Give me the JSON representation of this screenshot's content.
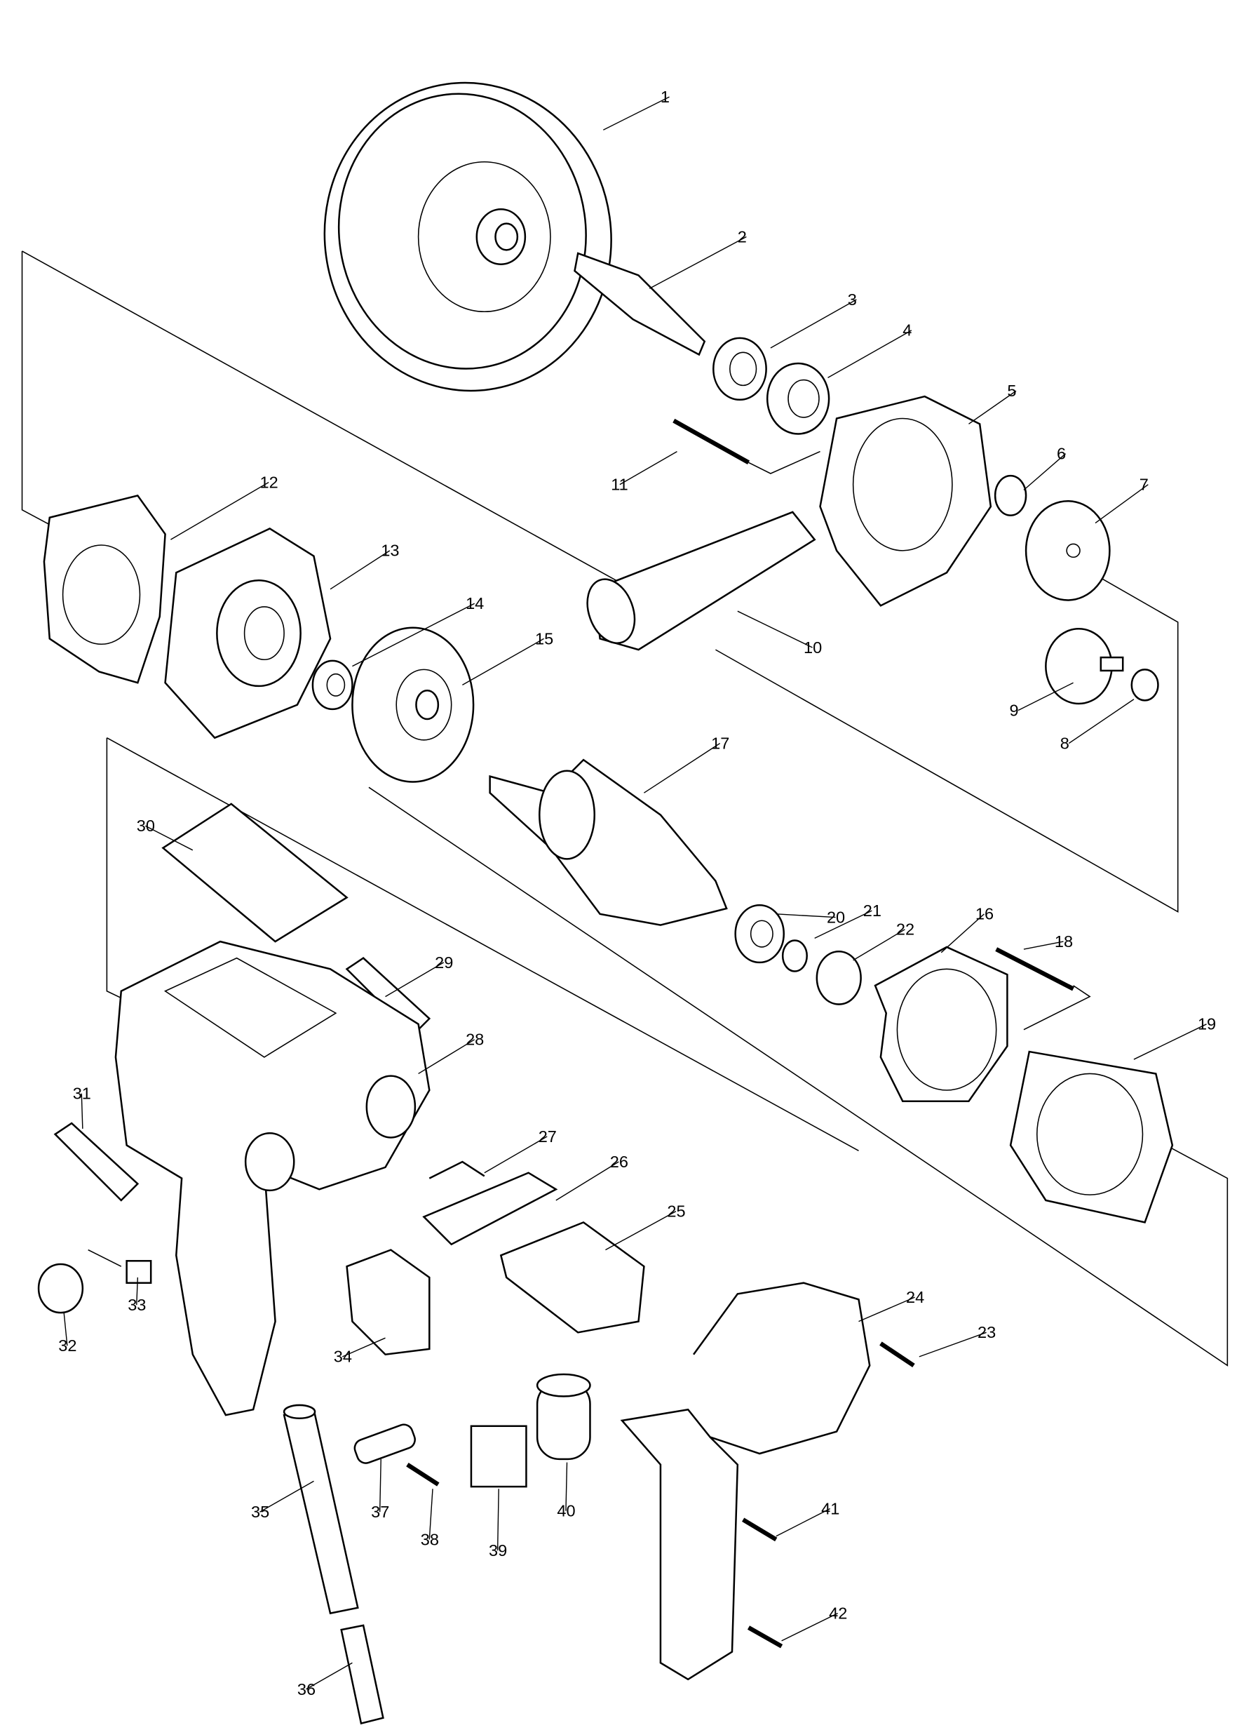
{
  "diagram": {
    "type": "exploded-parts-diagram",
    "part_numbers": [
      "1",
      "2",
      "3",
      "4",
      "5",
      "6",
      "7",
      "8",
      "9",
      "10",
      "11",
      "12",
      "13",
      "14",
      "15",
      "16",
      "17",
      "18",
      "19",
      "20",
      "21",
      "22",
      "23",
      "24",
      "25",
      "26",
      "27",
      "28",
      "29",
      "30",
      "31",
      "32",
      "33",
      "34",
      "35",
      "36",
      "37",
      "38",
      "39",
      "40",
      "41",
      "42"
    ]
  }
}
